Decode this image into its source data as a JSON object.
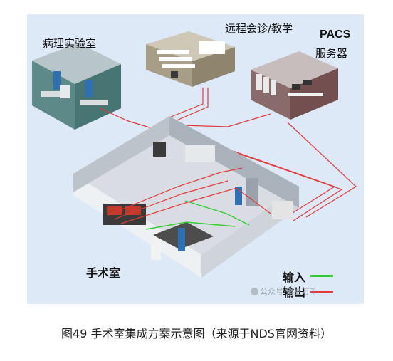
{
  "diagram": {
    "labels": {
      "pathology_lab": "病理实验室",
      "remote_consult": "远程会诊/教学",
      "pacs": "PACS",
      "server": "服务器",
      "operating_room": "手术室"
    },
    "legend": {
      "input": "输入",
      "output": "输出",
      "input_color": "#33cc33",
      "output_color": "#e23a3a"
    },
    "watermark": "公众号·聚星万千"
  },
  "caption": "图49 手术室集成方案示意图（来源于NDS官网资料）"
}
